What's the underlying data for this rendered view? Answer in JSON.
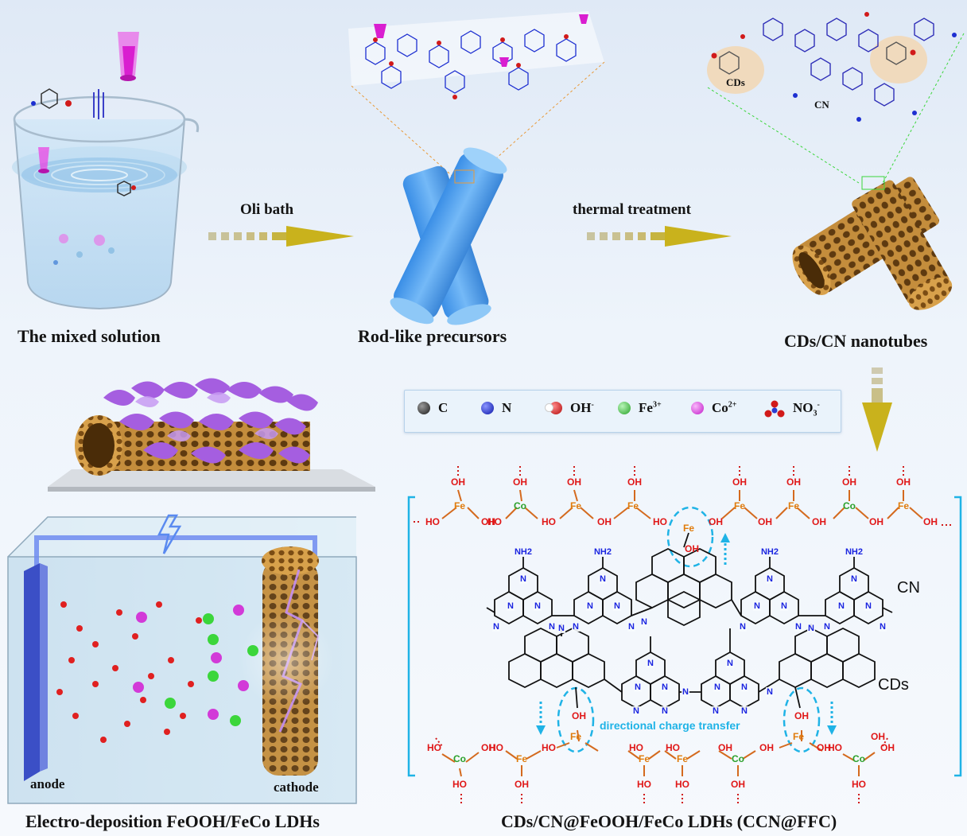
{
  "captions": {
    "mixed_solution": "The mixed solution",
    "rod_precursors": "Rod-like precursors",
    "nanotubes": "CDs/CN nanotubes",
    "electro_deposition": "Electro-deposition FeOOH/FeCo LDHs",
    "final_product": "CDs/CN@FeOOH/FeCo LDHs (CCN@FFC)"
  },
  "steps": {
    "step1": "Oli bath",
    "step2": "thermal treatment"
  },
  "nanotube_tags": {
    "cds": "CDs",
    "cn": "CN"
  },
  "legend": [
    {
      "label": "C",
      "color": "#2a2a2a"
    },
    {
      "label": "N",
      "color": "#1d2fd1"
    },
    {
      "label": "OH",
      "sup": "-",
      "color": "#d11a1a"
    },
    {
      "label": "Fe",
      "sup": "3+",
      "color": "#3fbf3f"
    },
    {
      "label": "Co",
      "sup": "2+",
      "color": "#d23ad8"
    },
    {
      "label": "NO",
      "sub": "3",
      "sup": "-",
      "color": "#cc2222"
    }
  ],
  "structure": {
    "cn_label": "CN",
    "cds_label": "CDs",
    "transfer_label": "directional charge transfer",
    "oh": "OH",
    "ho": "HO",
    "fe": "Fe",
    "co": "Co",
    "nh2": "NH2",
    "n": "N"
  },
  "cell": {
    "anode": "anode",
    "cathode": "cathode"
  },
  "colors": {
    "fe": "#e07b0b",
    "co": "#2aa02a",
    "oh": "#e01818",
    "bond": "#d46a1e",
    "n": "#1a24e0",
    "accent_cyan": "#1fb3e6",
    "arrow_gold": "#c9b21c"
  }
}
